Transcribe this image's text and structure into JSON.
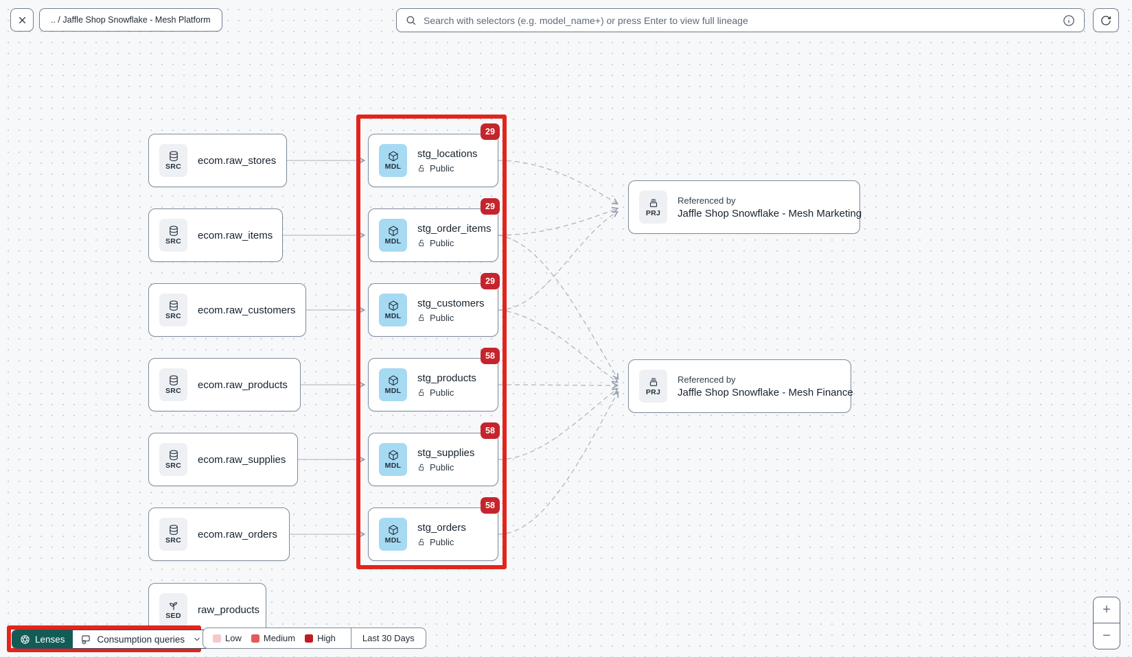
{
  "topbar": {
    "breadcrumb": ".. / Jaffle Shop Snowflake - Mesh Platform",
    "search": {
      "placeholder": "Search with selectors (e.g. model_name+) or press Enter to view full lineage"
    }
  },
  "graph": {
    "sources": [
      {
        "badge_type": "SRC",
        "label": "ecom.raw_stores"
      },
      {
        "badge_type": "SRC",
        "label": "ecom.raw_items"
      },
      {
        "badge_type": "SRC",
        "label": "ecom.raw_customers"
      },
      {
        "badge_type": "SRC",
        "label": "ecom.raw_products"
      },
      {
        "badge_type": "SRC",
        "label": "ecom.raw_supplies"
      },
      {
        "badge_type": "SRC",
        "label": "ecom.raw_orders"
      }
    ],
    "models": [
      {
        "badge_type": "MDL",
        "label": "stg_locations",
        "access": "Public",
        "count": "29"
      },
      {
        "badge_type": "MDL",
        "label": "stg_order_items",
        "access": "Public",
        "count": "29"
      },
      {
        "badge_type": "MDL",
        "label": "stg_customers",
        "access": "Public",
        "count": "29"
      },
      {
        "badge_type": "MDL",
        "label": "stg_products",
        "access": "Public",
        "count": "58"
      },
      {
        "badge_type": "MDL",
        "label": "stg_supplies",
        "access": "Public",
        "count": "58"
      },
      {
        "badge_type": "MDL",
        "label": "stg_orders",
        "access": "Public",
        "count": "58"
      }
    ],
    "seed": {
      "badge_type": "SED",
      "label": "raw_products"
    },
    "projects": [
      {
        "badge_type": "PRJ",
        "title": "Referenced by",
        "label": "Jaffle Shop Snowflake - Mesh Marketing"
      },
      {
        "badge_type": "PRJ",
        "title": "Referenced by",
        "label": "Jaffle Shop Snowflake - Mesh Finance"
      }
    ]
  },
  "lenses_bar": {
    "lenses_label": "Lenses",
    "selected_lens": "Consumption queries",
    "legend": {
      "items": [
        {
          "label": "Low",
          "color": "#f7c8ca"
        },
        {
          "label": "Medium",
          "color": "#e15b57"
        },
        {
          "label": "High",
          "color": "#bf1d23"
        }
      ],
      "range_label": "Last 30 Days"
    }
  },
  "zoom_controls": {
    "zoom_in": "+",
    "zoom_out": "−"
  },
  "colors": {
    "badge_red": "#c5242c",
    "highlight_red": "#e1251c",
    "lenses_teal": "#135c56"
  }
}
